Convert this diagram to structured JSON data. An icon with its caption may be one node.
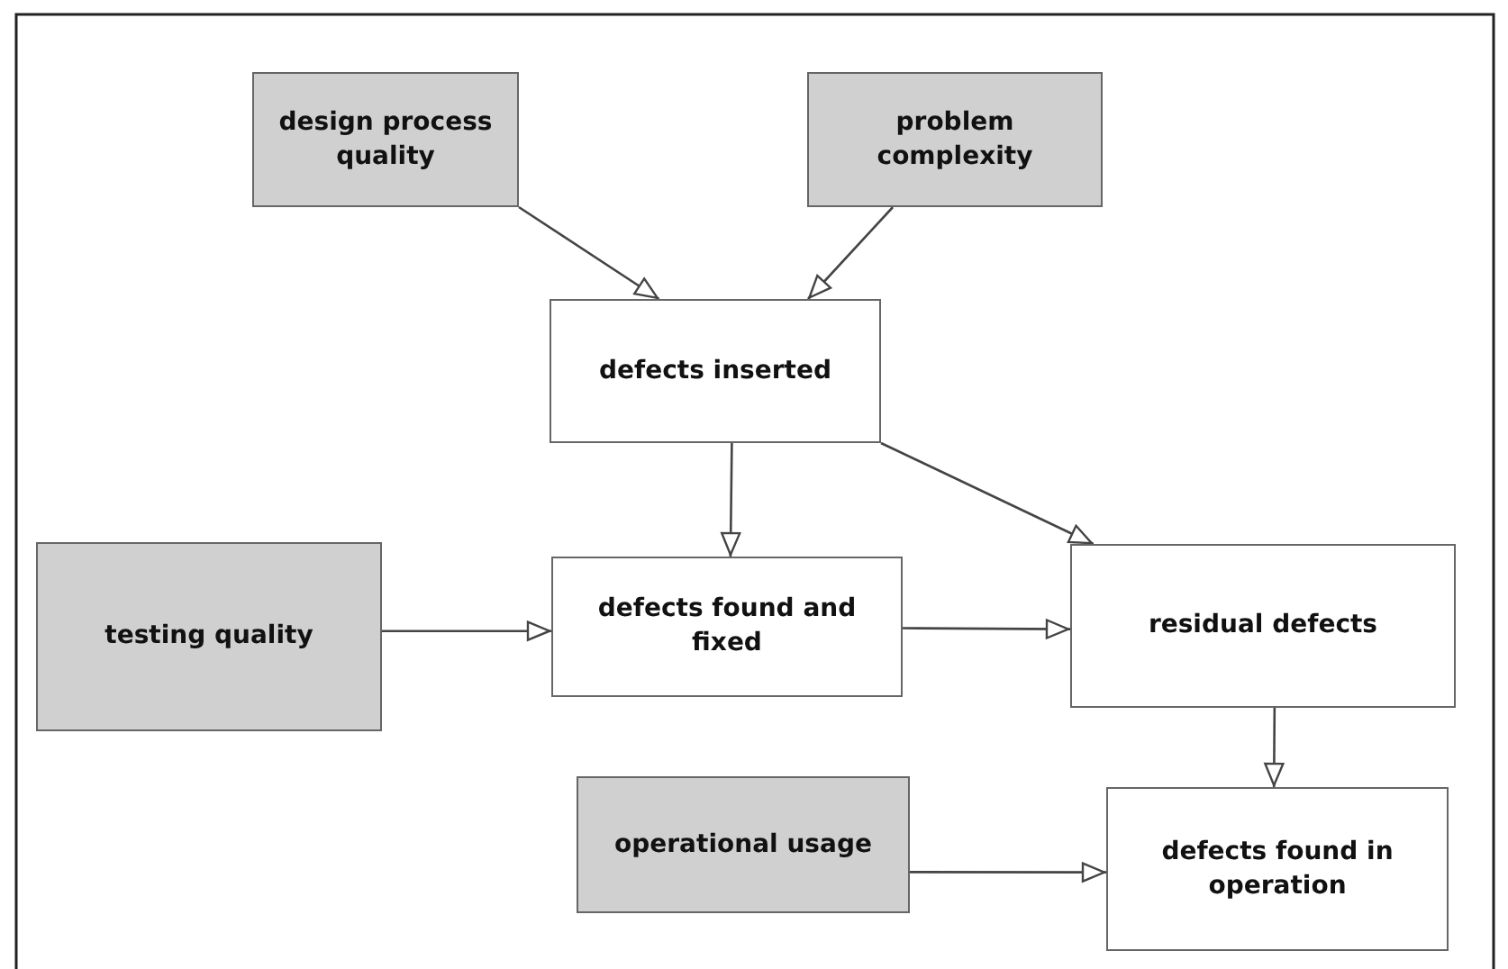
{
  "diagram": {
    "nodes": [
      {
        "text": [
          "design process quality"
        ]
      },
      {
        "text": [
          "problem complexity"
        ]
      },
      {
        "text": [
          "defects inserted"
        ]
      },
      {
        "text": [
          "testing quality"
        ]
      },
      {
        "text": [
          "defects found and fixed"
        ]
      },
      {
        "text": [
          "residual defects"
        ]
      },
      {
        "text": [
          "operational usage"
        ]
      },
      {
        "text": [
          "defects found in operation"
        ]
      }
    ],
    "edges": [
      {
        "from": 0,
        "to": 2,
        "arrow": "to"
      },
      {
        "from": 1,
        "to": 2,
        "arrow": "to"
      },
      {
        "from": 2,
        "to": 4,
        "arrow": "to"
      },
      {
        "from": 2,
        "to": 5,
        "arrow": "to"
      },
      {
        "from": 3,
        "to": 4,
        "arrow": "to"
      },
      {
        "from": 4,
        "to": 5,
        "arrow": "to"
      },
      {
        "from": 5,
        "to": 7,
        "arrow": "to"
      },
      {
        "from": 6,
        "to": 7,
        "arrow": "to"
      }
    ]
  }
}
